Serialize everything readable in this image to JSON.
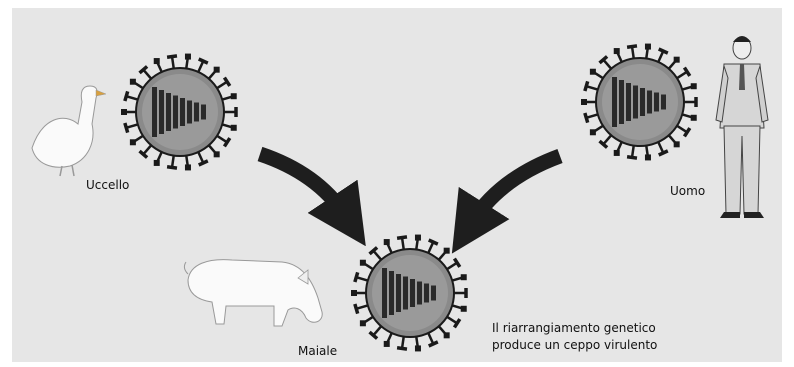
{
  "labels": {
    "bird": "Uccello",
    "man": "Uomo",
    "pig": "Maiale"
  },
  "caption": {
    "line1": "Il riarrangiamento genetico",
    "line2": "produce un ceppo virulento"
  },
  "colors": {
    "background": "#e6e6e6",
    "virus_body": "#8a8a8a",
    "virus_core": "#2a2a2a",
    "arrow": "#1e1e1e"
  },
  "icons": [
    "goose-icon",
    "pig-icon",
    "man-icon",
    "virus-icon",
    "arrow-icon"
  ]
}
